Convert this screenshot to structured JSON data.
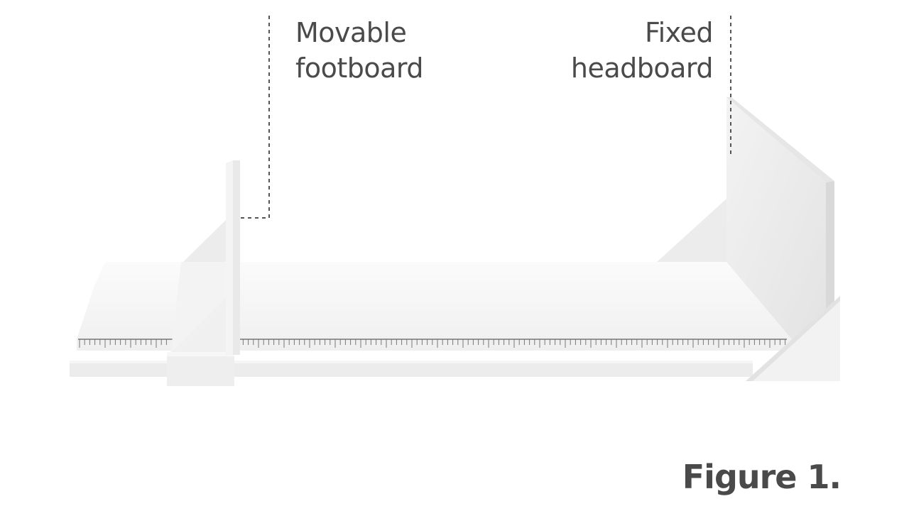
{
  "labels": {
    "movable_footboard": {
      "line1": "Movable",
      "line2": "footboard"
    },
    "fixed_headboard": {
      "line1": "Fixed",
      "line2": "headboard"
    }
  },
  "caption": "Figure 1.",
  "colors": {
    "text": "#4a4a4a",
    "board_light": "#f7f7f7",
    "board_shade": "#ececec",
    "board_dark": "#dedede",
    "ruler_tick": "#777777",
    "leader_line": "#555555"
  },
  "icons": {
    "infantometer": "length-measuring-board-illustration"
  }
}
